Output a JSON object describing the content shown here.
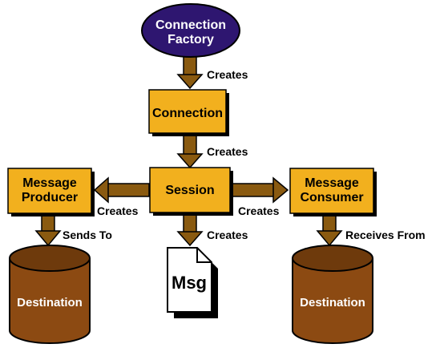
{
  "colors": {
    "box_fill": "#F2B01E",
    "box_shadow": "#000000",
    "oval_fill": "#2E1670",
    "arrow_fill": "#8A5A10",
    "cylinder_fill": "#8C4A12",
    "cylinder_top": "#6E3A0C"
  },
  "nodes": {
    "connection_factory": {
      "line1": "Connection",
      "line2": "Factory"
    },
    "connection": {
      "label": "Connection"
    },
    "session": {
      "label": "Session"
    },
    "message_producer": {
      "line1": "Message",
      "line2": "Producer"
    },
    "message_consumer": {
      "line1": "Message",
      "line2": "Consumer"
    },
    "msg": {
      "label": "Msg"
    },
    "destination_left": {
      "label": "Destination"
    },
    "destination_right": {
      "label": "Destination"
    }
  },
  "edges": {
    "factory_to_connection": "Creates",
    "connection_to_session": "Creates",
    "session_to_producer": "Creates",
    "session_to_consumer": "Creates",
    "session_to_msg": "Creates",
    "producer_to_destination": "Sends To",
    "consumer_to_destination": "Receives From"
  }
}
